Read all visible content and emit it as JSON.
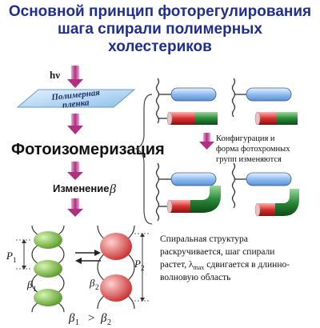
{
  "title": {
    "line1": "Основной принцип фоторегулирования",
    "line2": "шага спирали полимерных",
    "line3": "холестериков"
  },
  "hv_label": "hν",
  "film_label_1": "Полимерная",
  "film_label_2": "пленка",
  "photoisomerization": "Фотоизомеризация",
  "change_label": "Изменение",
  "beta_symbol": "β",
  "config_note": {
    "line1": "Конфигурация и",
    "line2": "форма фотохромных",
    "line3": "групп изменяются"
  },
  "helix_labels": {
    "p1": "P",
    "p1_sub": "1",
    "p2": "P",
    "p2_sub": "2",
    "beta1": "β",
    "beta1_sub": "1",
    "beta2": "β",
    "beta2_sub": "2"
  },
  "inequality": {
    "left": "β",
    "left_sub": "1",
    "op": ">",
    "right": "β",
    "right_sub": "2"
  },
  "description": {
    "line1": "Спиральная структура",
    "line2": "раскручивается, шаг спирали",
    "line3": "растет, λ",
    "line3_sub": "max",
    "line3_end": " сдвигается в длинно-",
    "line4": "волновую область"
  },
  "colors": {
    "title": "#1f2f8f",
    "arrow": "#c0409a",
    "film": "#a8d0f0",
    "blue_rod": "#9ec8f2",
    "red_rod": "#d83a3a",
    "green_rod": "#2a8a3a",
    "helix_green": "#7ab84a",
    "helix_red": "#e05050"
  }
}
